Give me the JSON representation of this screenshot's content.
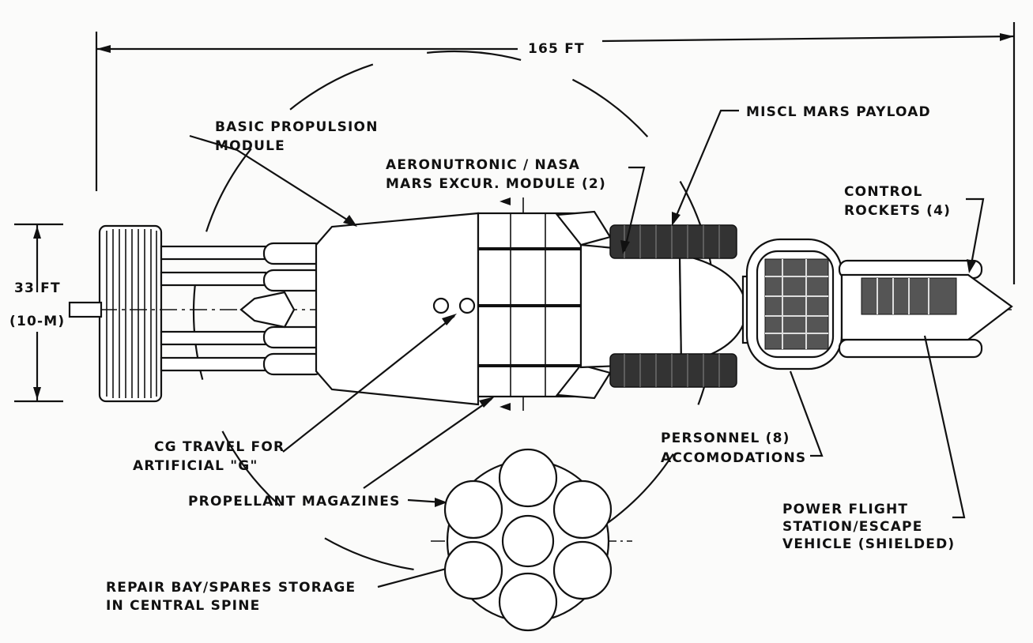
{
  "dimensions": {
    "length": "165 FT",
    "diameter": "33 FT",
    "diameter_metric": "(10-M)"
  },
  "labels": {
    "basic_propulsion_line1": "BASIC PROPULSION",
    "basic_propulsion_line2": "MODULE",
    "excursion_line1": "AERONUTRONIC / NASA",
    "excursion_line2": "MARS EXCUR. MODULE (2)",
    "miscl_payload": "MISCL  MARS PAYLOAD",
    "control_line1": "CONTROL",
    "control_line2": "ROCKETS (4)",
    "cg_line1": "CG TRAVEL FOR",
    "cg_line2": "ARTIFICIAL \"G\"",
    "magazines": "PROPELLANT MAGAZINES",
    "personnel_line1": "PERSONNEL (8)",
    "personnel_line2": "ACCOMODATIONS",
    "flight_line1": "POWER FLIGHT",
    "flight_line2": "STATION/ESCAPE",
    "flight_line3": "VEHICLE (SHIELDED)",
    "repair_line1": "REPAIR BAY/SPARES STORAGE",
    "repair_line2": "IN CENTRAL SPINE"
  }
}
